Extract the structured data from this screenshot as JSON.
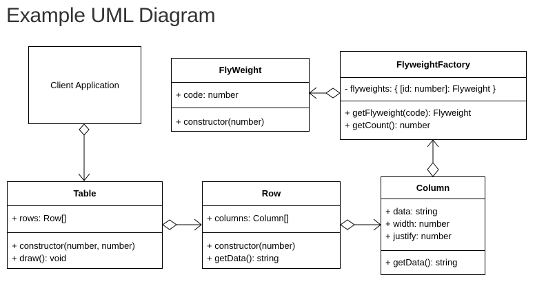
{
  "title": "Example UML Diagram",
  "client": {
    "label": "Client Application"
  },
  "flyweight": {
    "name": "FlyWeight",
    "attributes": [
      "+ code: number"
    ],
    "methods": [
      "+ constructor(number)"
    ]
  },
  "factory": {
    "name": "FlyweightFactory",
    "attributes": [
      "- flyweights: { [id: number]: Flyweight }"
    ],
    "methods": [
      "+ getFlyweight(code): Flyweight",
      "+ getCount(): number"
    ]
  },
  "table": {
    "name": "Table",
    "attributes": [
      "+ rows: Row[]"
    ],
    "methods": [
      "+ constructor(number, number)",
      "+ draw(): void"
    ]
  },
  "row": {
    "name": "Row",
    "attributes": [
      "+ columns: Column[]"
    ],
    "methods": [
      "+ constructor(number)",
      "+ getData(): string"
    ]
  },
  "column": {
    "name": "Column",
    "attributes": [
      "+ data: string",
      "+ width: number",
      "+ justify: number"
    ],
    "methods": [
      "+ getData(): string"
    ]
  }
}
